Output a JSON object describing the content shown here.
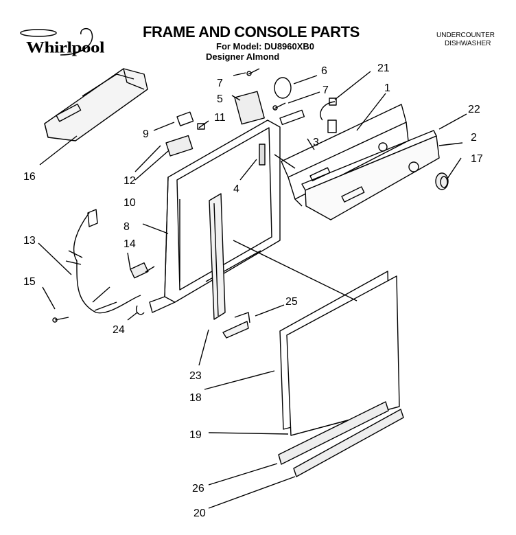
{
  "header": {
    "brand": "Whirlpool",
    "title": "FRAME AND CONSOLE PARTS",
    "model_line": "For Model: DU8960XB0",
    "color_line": "Designer Almond",
    "product_type_line1": "UNDERCOUNTER",
    "product_type_line2": "DISHWASHER"
  },
  "callouts": {
    "c1": "1",
    "c2": "2",
    "c3": "3",
    "c4": "4",
    "c5": "5",
    "c6": "6",
    "c7a": "7",
    "c7b": "7",
    "c8": "8",
    "c9": "9",
    "c10": "10",
    "c11": "11",
    "c12": "12",
    "c13": "13",
    "c14": "14",
    "c15": "15",
    "c16": "16",
    "c17": "17",
    "c18": "18",
    "c19": "19",
    "c20": "20",
    "c21": "21",
    "c22": "22",
    "c23": "23",
    "c24": "24",
    "c25": "25",
    "c26": "26"
  }
}
